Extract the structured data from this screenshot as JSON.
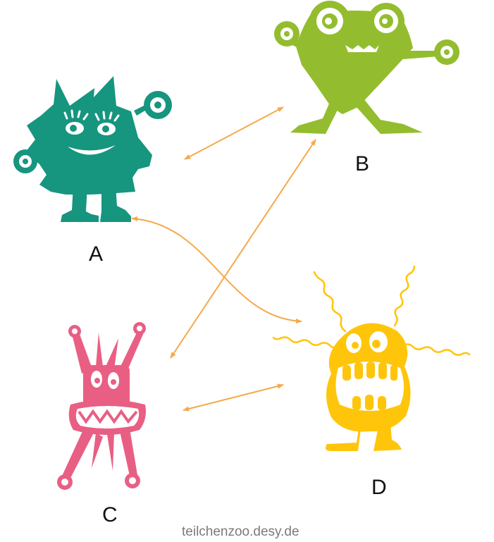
{
  "labels": {
    "a": "A",
    "b": "B",
    "c": "C",
    "d": "D"
  },
  "credit": "teilchenzoo.desy.de",
  "colors": {
    "monster_a": "#16957f",
    "monster_b": "#93bd2e",
    "monster_c": "#e95f84",
    "monster_d": "#ffc50a",
    "arrows": "#f5a94a",
    "background": "#ffffff"
  },
  "monsters": [
    {
      "id": "A",
      "icon": "spiky-teal-monster-icon"
    },
    {
      "id": "B",
      "icon": "green-triangle-monster-icon"
    },
    {
      "id": "C",
      "icon": "pink-tentacle-monster-icon"
    },
    {
      "id": "D",
      "icon": "yellow-fuzzy-monster-icon"
    }
  ],
  "connections": [
    {
      "from": "A",
      "to": "B"
    },
    {
      "from": "A",
      "to": "D"
    },
    {
      "from": "B",
      "to": "C"
    },
    {
      "from": "C",
      "to": "D"
    }
  ]
}
